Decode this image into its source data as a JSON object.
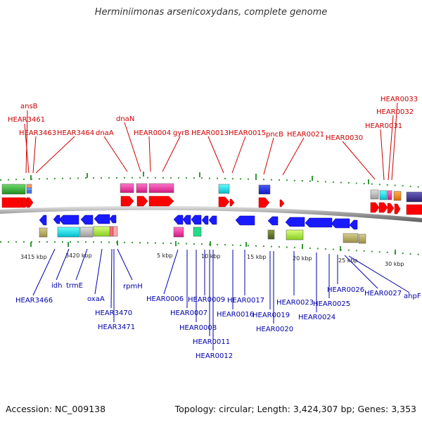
{
  "title": "Herminiimonas arsenicoxydans, complete genome",
  "footer": {
    "accession": "Accession: NC_009138",
    "summary": "Topology: circular; Length: 3,424,307 bp; Genes: 3,353"
  },
  "scale_labels": [
    "3415 kbp",
    "3420 kbp",
    "5 kbp",
    "10 kbp",
    "15 kbp",
    "20 kbp",
    "25 kbp",
    "30 kbp"
  ],
  "forward_gene_labels": [
    "ansB",
    "HEAR3461",
    "HEAR3463",
    "HEAR3464",
    "dnaA",
    "dnaN",
    "HEAR0004",
    "gyrB",
    "HEAR0013",
    "HEAR0015",
    "pncB",
    "HEAR0021",
    "HEAR0030",
    "HEAR0031",
    "HEAR0032",
    "HEAR0033"
  ],
  "reverse_gene_labels": [
    "HEAR3466",
    "idh",
    "trmE",
    "oxaA",
    "HEAR3470",
    "HEAR3471",
    "rpmH",
    "HEAR0006",
    "HEAR0007",
    "HEAR0008",
    "HEAR0009",
    "HEAR0011",
    "HEAR0012",
    "HEAR0016",
    "HEAR0017",
    "HEAR0019",
    "HEAR0020",
    "HEAR0023",
    "HEAR0024",
    "HEAR0025",
    "HEAR0026",
    "HEAR0027",
    "ahpF"
  ],
  "colors": {
    "forward_label": "#cc0000",
    "reverse_label": "#0000aa",
    "forward_cds": "#ff0000",
    "reverse_cds": "#1a1aff",
    "backbone": "#7a7a7a",
    "tick": "#228822"
  }
}
